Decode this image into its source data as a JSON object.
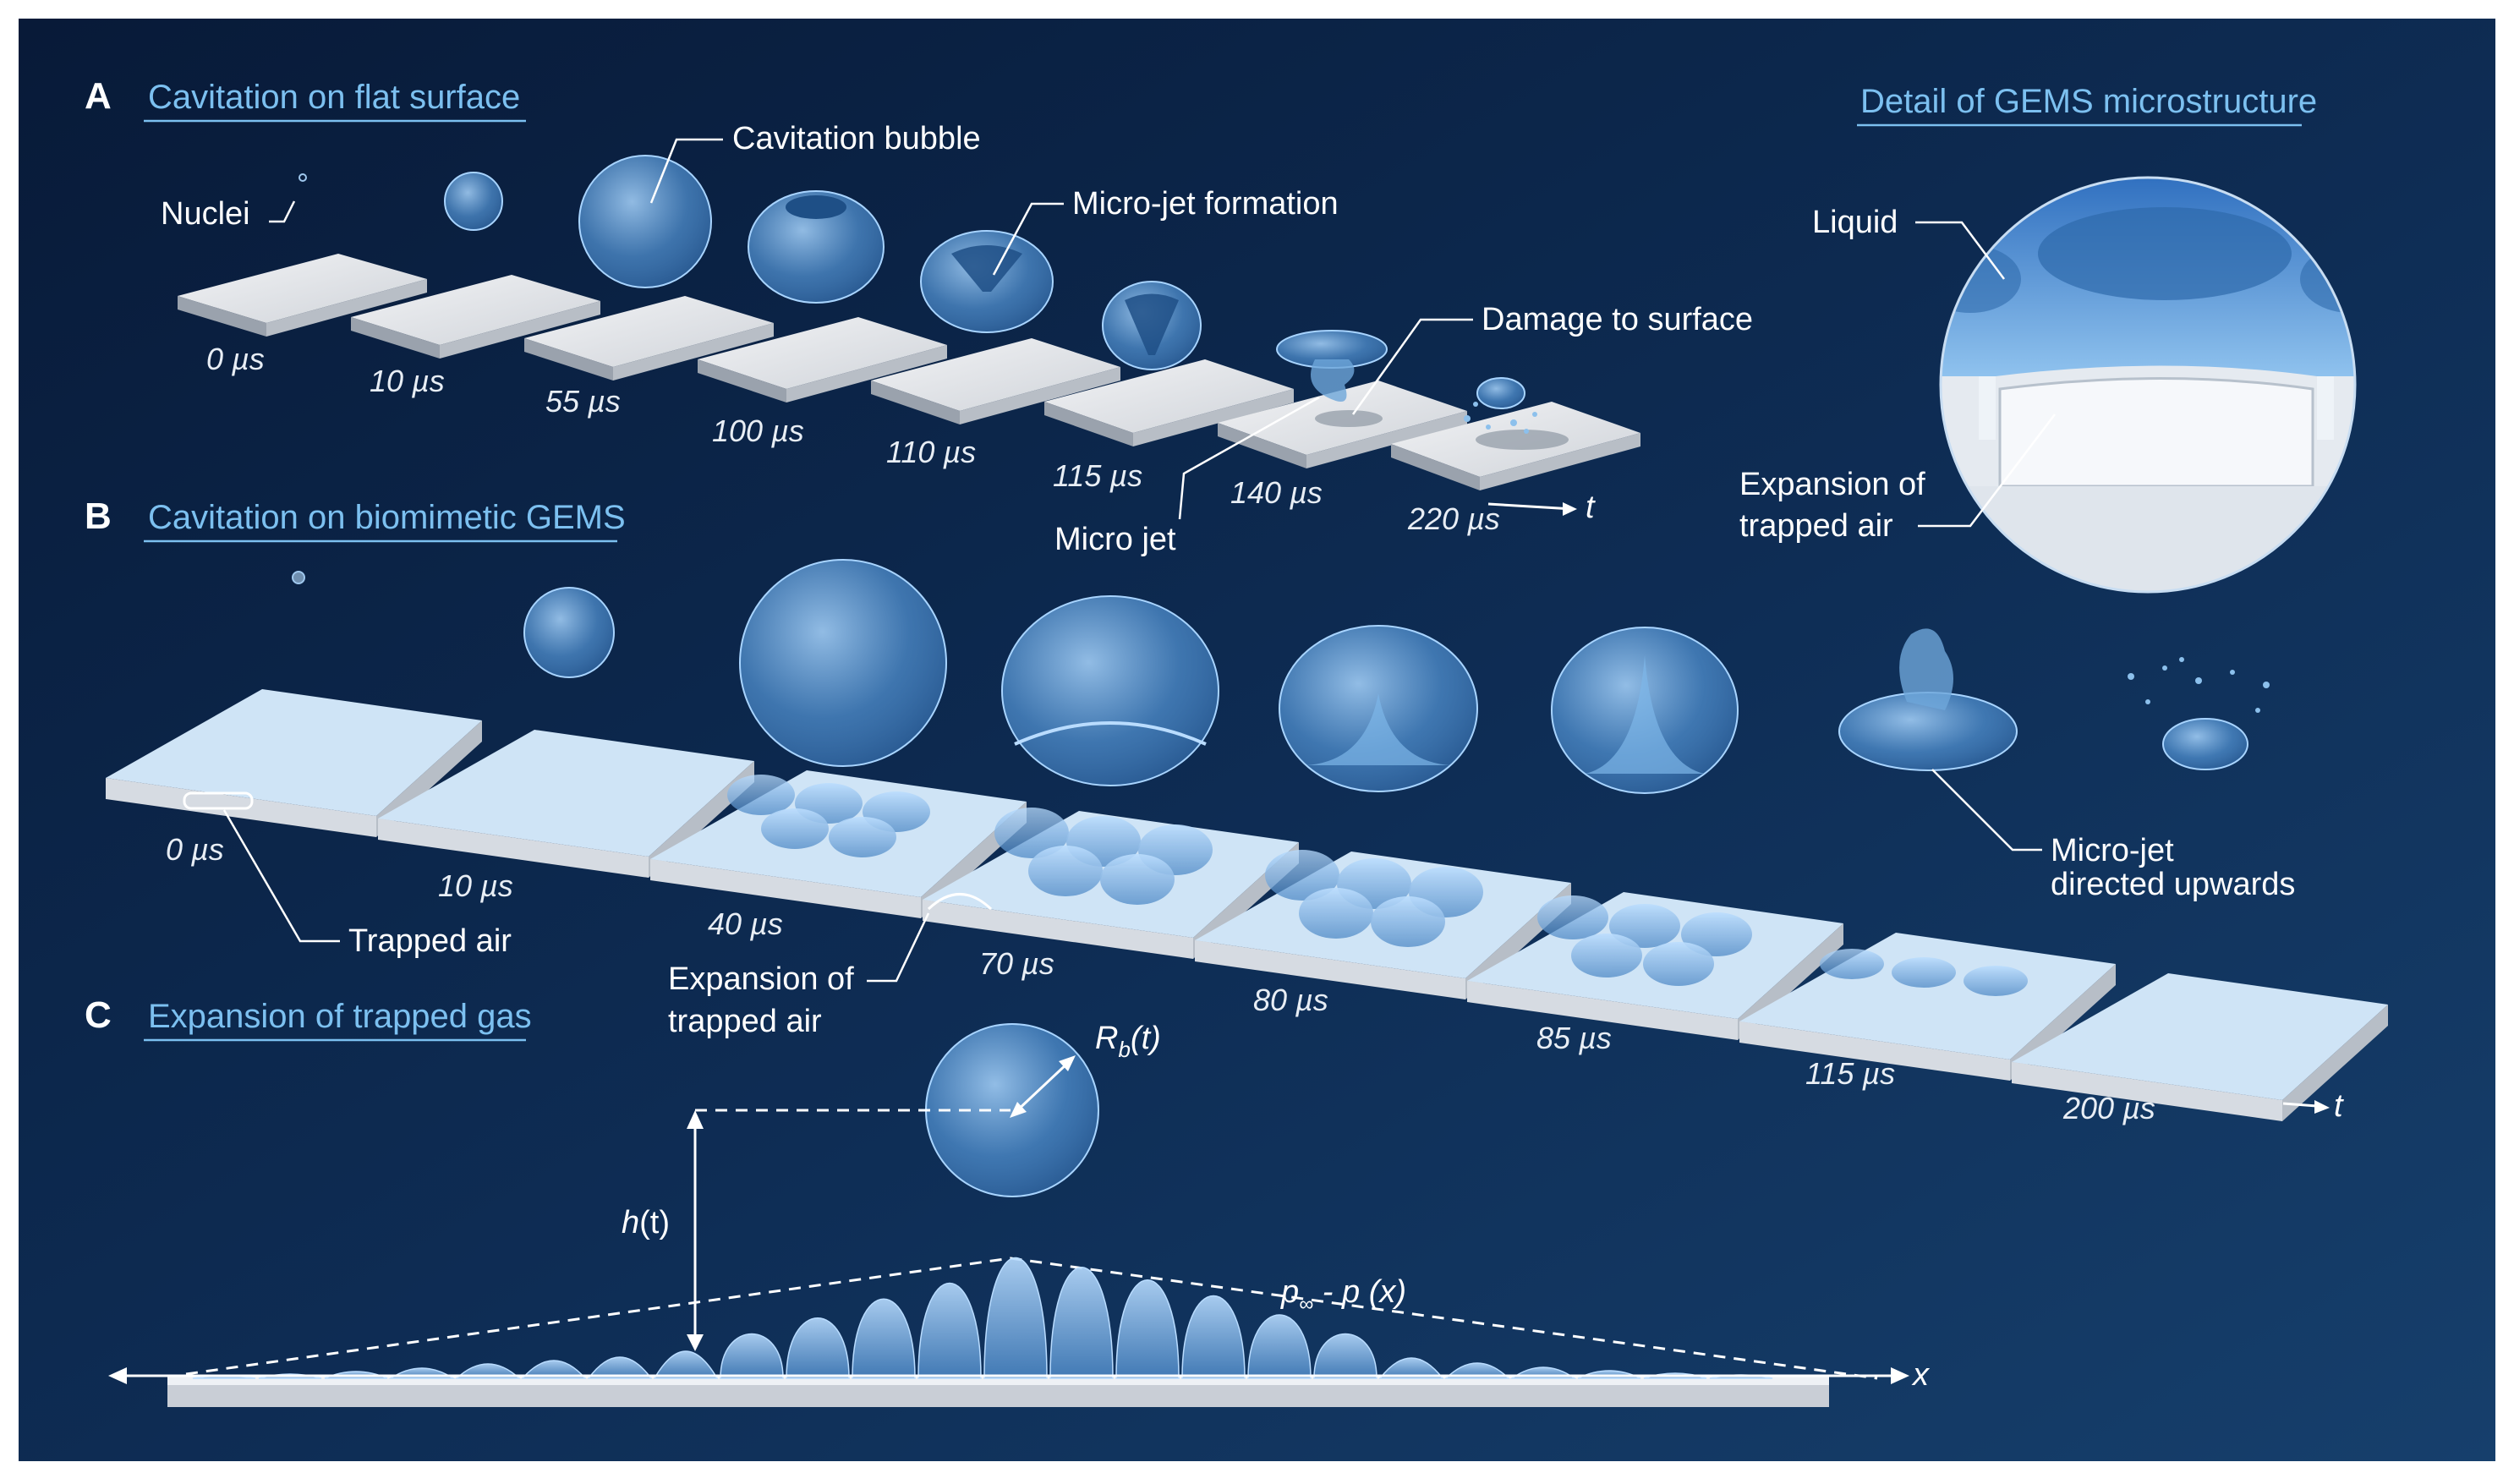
{
  "panel_a": {
    "letter": "A",
    "title": "Cavitation on flat surface",
    "labels": {
      "nuclei": "Nuclei",
      "cavitation_bubble": "Cavitation bubble",
      "micro_jet_formation": "Micro-jet formation",
      "damage_to_surface": "Damage to surface",
      "micro_jet": "Micro jet"
    },
    "times": [
      "0 µs",
      "10 µs",
      "55 µs",
      "100 µs",
      "110 µs",
      "115 µs",
      "140 µs",
      "220 µs"
    ],
    "axis_label": "t"
  },
  "detail": {
    "title": "Detail of GEMS microstructure",
    "liquid": "Liquid",
    "expansion_line1": "Expansion of",
    "expansion_line2": "trapped air"
  },
  "panel_b": {
    "letter": "B",
    "title": "Cavitation on biomimetic GEMS",
    "times": [
      "0 µs",
      "10 µs",
      "40 µs",
      "70 µs",
      "80 µs",
      "85 µs",
      "115 µs",
      "200 µs"
    ],
    "trapped_air": "Trapped air",
    "expansion_line1": "Expansion of",
    "expansion_line2": "trapped air",
    "microjet_line1": "Micro-jet",
    "microjet_line2": "directed upwards",
    "axis_label": "t"
  },
  "panel_c": {
    "letter": "C",
    "title": "Expansion of trapped gas",
    "radius_base": "R",
    "radius_sub": "b",
    "radius_arg": "(t)",
    "height_base": "h",
    "height_arg": "(t)",
    "pressure_a": "p",
    "pressure_sub": "∞",
    "pressure_b": " - p (x)",
    "axis_label": "x"
  },
  "colors": {
    "background_top": "#0a1e3e",
    "background_bottom": "#123a66",
    "accent_title": "#7cc0f0",
    "bubble": "#5a9bd8"
  }
}
